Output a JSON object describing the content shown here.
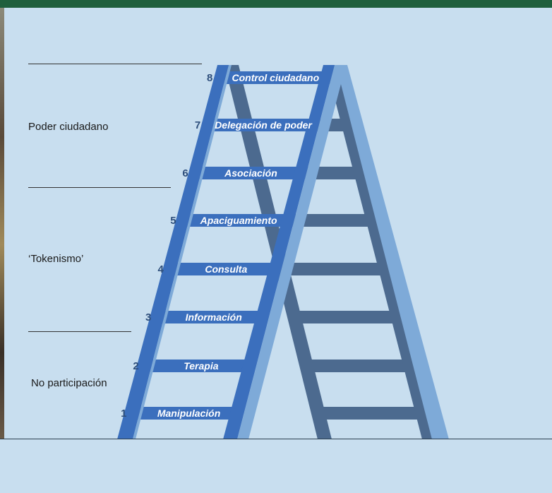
{
  "sections": [
    {
      "label": "Poder ciudadano"
    },
    {
      "label": "‘Tokenismo’"
    },
    {
      "label": "No participación"
    }
  ],
  "rungs": [
    {
      "number": "1",
      "label": "Manipulación"
    },
    {
      "number": "2",
      "label": "Terapia"
    },
    {
      "number": "3",
      "label": "Información"
    },
    {
      "number": "4",
      "label": "Consulta"
    },
    {
      "number": "5",
      "label": "Apaciguamiento"
    },
    {
      "number": "6",
      "label": "Asociación"
    },
    {
      "number": "7",
      "label": "Delegación de poder"
    },
    {
      "number": "8",
      "label": "Control ciudadano"
    }
  ],
  "colors": {
    "background": "#c8deef",
    "front_ladder": "#3b6fbd",
    "front_ladder_light": "#7eaad8",
    "back_ladder": "#4c6a8f",
    "header_bar": "#1f5f3d"
  }
}
